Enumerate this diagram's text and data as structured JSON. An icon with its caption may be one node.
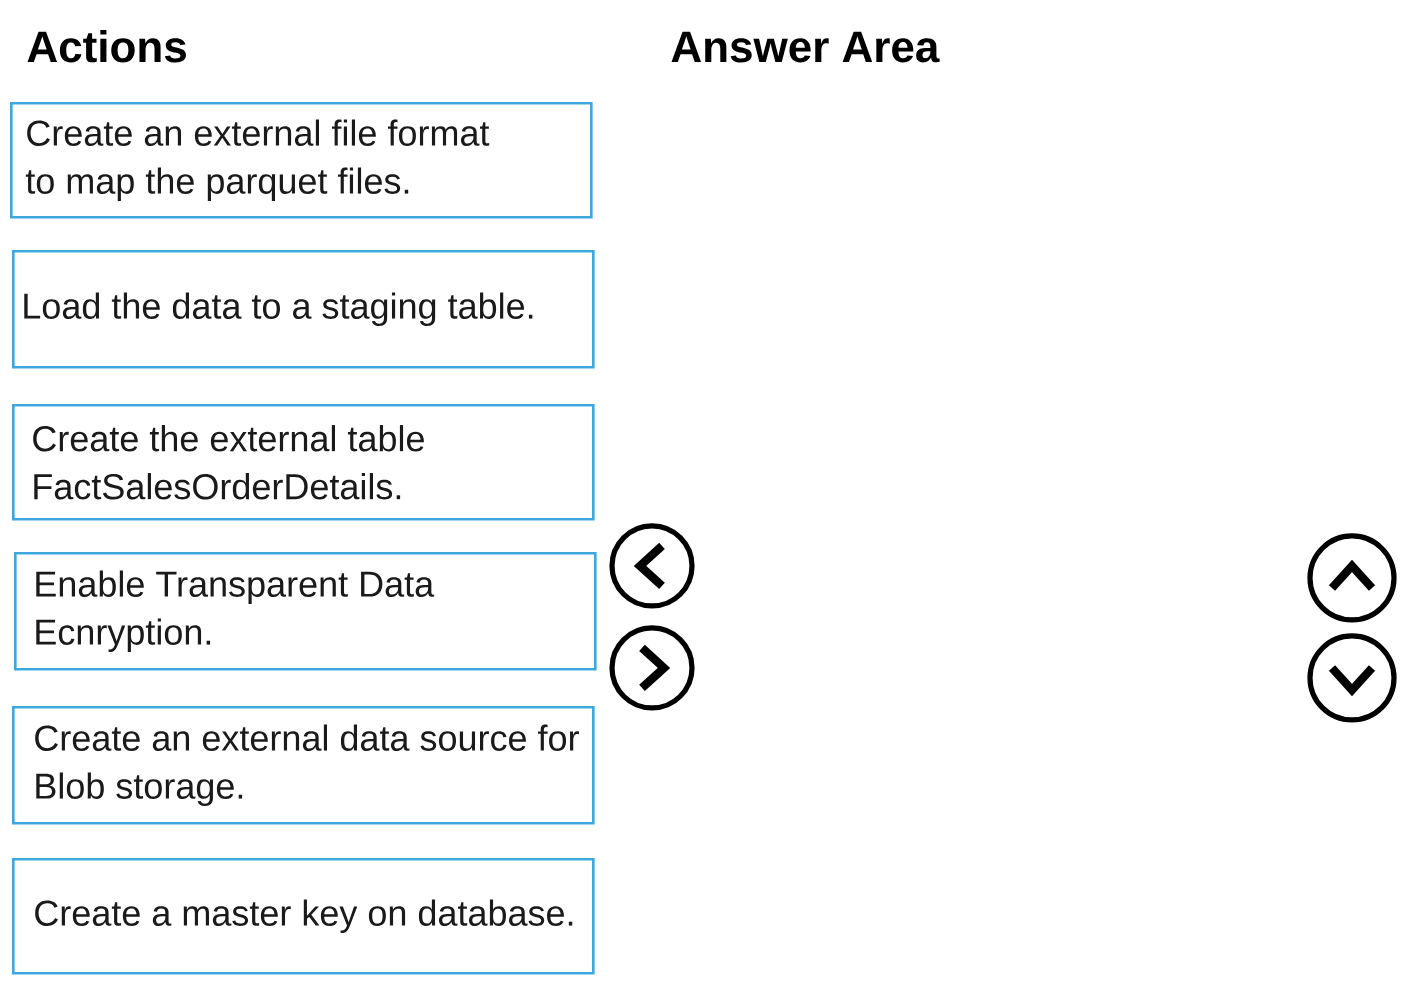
{
  "diagram": {
    "nodes": [
      {
        "text": [
          "Create an external file format to map the parquet files."
        ]
      },
      {
        "text": [
          "Load the data to a staging table."
        ]
      },
      {
        "text": [
          "Create the external table FactSalesOrderDetails."
        ]
      },
      {
        "text": [
          "Enable Transparent Data Ecnryption."
        ]
      },
      {
        "text": [
          "Create an external data source for Blob storage."
        ]
      },
      {
        "text": [
          "Create a master key on database."
        ]
      }
    ],
    "labels": [
      "Actions",
      "Answer Area"
    ]
  }
}
